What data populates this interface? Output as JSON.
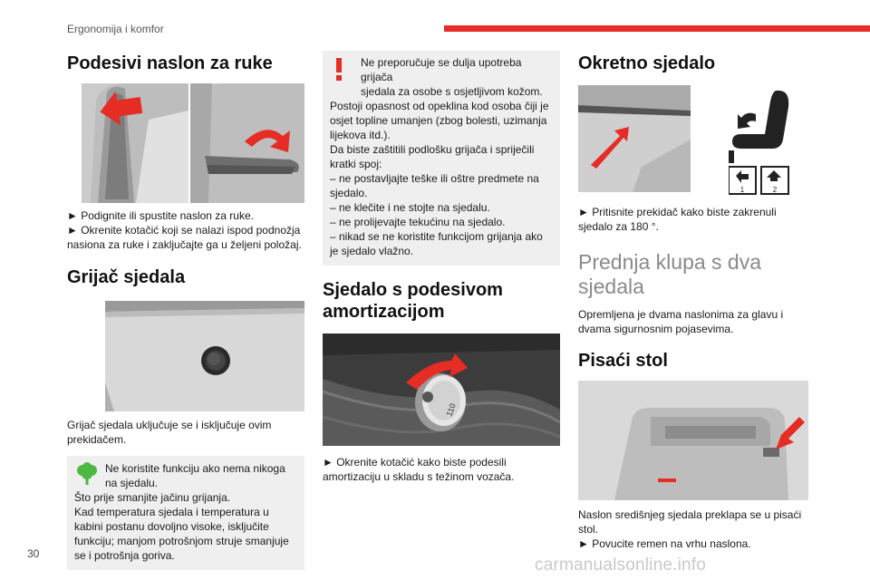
{
  "header": {
    "section": "Ergonomija i komfor",
    "accent_color": "#e52c25"
  },
  "footer": {
    "page_number": "30",
    "watermark": "carmanualsonline.info"
  },
  "col1": {
    "armrest": {
      "title": "Podesivi naslon za ruke",
      "step1": "► Podignite ili spustite naslon za ruke.",
      "step2": "► Okrenite kotačić koji se nalazi ispod podnožja nasiona za ruke i zaključajte ga u željeni položaj."
    },
    "heater": {
      "title": "Grijač sjedala",
      "text": "Grijač sjedala uključuje se i isključuje ovim prekidačem."
    },
    "eco_note": {
      "line1": "Ne koristite funkciju ako nema nikoga",
      "line2": "na sjedalu.",
      "line3": "Što prije smanjite jačinu grijanja.",
      "line4": "Kad temperatura sjedala i temperatura u",
      "line5": "kabini postanu dovoljno visoke, isključite",
      "line6": "funkciju; manjom potrošnjom struje smanjuje",
      "line7": "se i potrošnja goriva."
    }
  },
  "col2": {
    "warning_note": {
      "line1": "Ne preporučuje se dulja upotreba grijača",
      "line2": "sjedala za osobe s osjetljivom kožom.",
      "line3": "Postoji opasnost od opeklina kod osoba čiji je",
      "line4": "osjet topline umanjen (zbog bolesti, uzimanja",
      "line5": "lijekova itd.).",
      "line6": "Da biste zaštitili podlošku grijača i spriječili",
      "line7": "kratki spoj:",
      "line8": "– ne postavljajte teške ili oštre predmete na",
      "line9": "sjedalo.",
      "line10": "– ne klečite i ne stojte na sjedalu.",
      "line11": "– ne prolijevajte tekućinu na sjedalo.",
      "line12": "– nikad se ne koristite funkcijom grijanja ako",
      "line13": "je sjedalo vlažno."
    },
    "suspension": {
      "title_line1": "Sjedalo s podesivom",
      "title_line2": "amortizacijom",
      "text_line1": "► Okrenite kotačić kako biste podesili",
      "text_line2": "amortizaciju u skladu s težinom vozača.",
      "dial_label": "110"
    }
  },
  "col3": {
    "swivel": {
      "title": "Okretno sjedalo",
      "text_line1": "► Pritisnite prekidač kako biste zakrenuli",
      "text_line2": "sjedalo za 180 °.",
      "label1": "1",
      "label2": "2"
    },
    "bench": {
      "title_line1": "Prednja klupa s dva",
      "title_line2": "sjedala",
      "text_line1": "Opremljena je dvama naslonima za glavu i",
      "text_line2": "dvama sigurnosnim pojasevima."
    },
    "desk": {
      "title": "Pisaći stol",
      "text_line1": "Naslon središnjeg sjedala preklapa se u pisaći",
      "text_line2": "stol.",
      "text_line3": "► Povucite remen na vrhu naslona."
    }
  }
}
